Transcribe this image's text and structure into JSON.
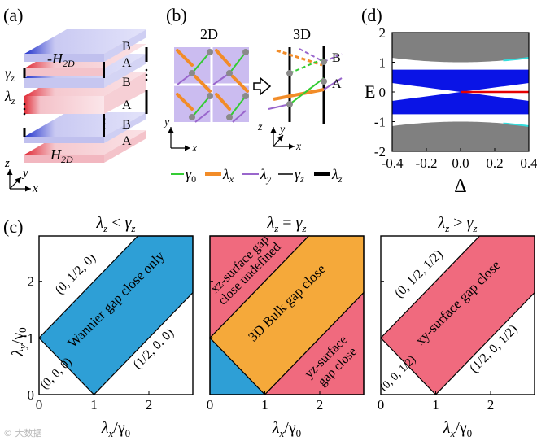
{
  "figure": {
    "watermark": "© 大数据",
    "panel_a": {
      "label": "(a)",
      "top_layer_label": "-H",
      "top_layer_sub": "2D",
      "bottom_layer_label": "H",
      "bottom_layer_sub": "2D",
      "gamma_z": "γ",
      "gamma_z_sub": "z",
      "lambda_z": "λ",
      "lambda_z_sub": "z",
      "sublattices": [
        "B",
        "A",
        "B",
        "A",
        "B",
        "A"
      ],
      "axis_z": "z",
      "axis_y": "y",
      "axis_x": "x",
      "colors": {
        "blue": "#3344cc",
        "red": "#e0303a",
        "blue_face": "#d6d6f7",
        "red_face": "#f7d3d8"
      }
    },
    "panel_b": {
      "label": "(b)",
      "title_2d": "2D",
      "title_3d": "3D",
      "site_B": "B",
      "site_A": "A",
      "axis_y": "y",
      "axis_x": "x",
      "axis_z": "z",
      "legend": [
        {
          "symbol": "γ",
          "sub": "0",
          "color": "#33cc33"
        },
        {
          "symbol": "λ",
          "sub": "x",
          "color": "#f28c28"
        },
        {
          "symbol": "λ",
          "sub": "y",
          "color": "#9966cc"
        },
        {
          "symbol": "γ",
          "sub": "z",
          "color": "#000000"
        },
        {
          "symbol": "λ",
          "sub": "z",
          "color": "#000000"
        }
      ]
    },
    "panel_c": {
      "label": "(c)",
      "subplots": [
        {
          "title_left": "λ",
          "title_left_sub": "z",
          "title_op": "<",
          "title_right": "γ",
          "title_right_sub": "z",
          "regions": [
            {
              "label": "Wannier gap close only",
              "color": "#2e9fd6"
            },
            {
              "label": "(0, 1/2, 0)"
            },
            {
              "label": "(0, 0, 0)"
            },
            {
              "label": "(1/2, 0, 0)"
            }
          ]
        },
        {
          "title_left": "λ",
          "title_left_sub": "z",
          "title_op": "=",
          "title_right": "γ",
          "title_right_sub": "z",
          "regions": [
            {
              "label": "xz-surface gap close",
              "color": "#f06a7e"
            },
            {
              "label": "3D Bulk gap close",
              "color": "#f5a93a"
            },
            {
              "label": "yz-surface gap close",
              "color": "#f06a7e"
            }
          ]
        },
        {
          "title_left": "λ",
          "title_left_sub": "z",
          "title_op": ">",
          "title_right": "γ",
          "title_right_sub": "z",
          "regions": [
            {
              "label": "xy-surface gap close",
              "color": "#f06a7e"
            },
            {
              "label": "(0, 1/2, 1/2)"
            },
            {
              "label": "(0, 0, 1/2)"
            },
            {
              "label": "(1/2, 0, 1/2)"
            }
          ]
        }
      ],
      "xlabel": "λ",
      "xlabel_sub": "x",
      "xlabel_den": "/γ",
      "xlabel_den_sub": "0",
      "ylabel": "λ",
      "ylabel_sub": "y",
      "ylabel_den": "/γ",
      "ylabel_den_sub": "0",
      "xticks": [
        "0",
        "1",
        "2"
      ],
      "yticks": [
        "0",
        "1",
        "2"
      ]
    }
  },
  "chart_data": {
    "type": "area",
    "panel": "(d)",
    "xlabel": "Δ",
    "ylabel": "E",
    "xlim": [
      -0.4,
      0.4
    ],
    "ylim": [
      -2,
      2
    ],
    "xticks": [
      "-0.4",
      "-0.2",
      "0.0",
      "0.2",
      "0.4"
    ],
    "yticks": [
      "2",
      "1",
      "0",
      "-1",
      "-2"
    ],
    "gray_upper_edge_at_center": 1.0,
    "gray_upper_edge_at_ends": 1.15,
    "blue_outer_edge": 0.75,
    "blue_inner_edge_at_ends": 0.3,
    "crossing_point": [
      0.0,
      0.0
    ],
    "colors": {
      "gray": "#808080",
      "blue": "#0a14e6",
      "red": "#e60000",
      "cyan": "#33dddd"
    }
  }
}
